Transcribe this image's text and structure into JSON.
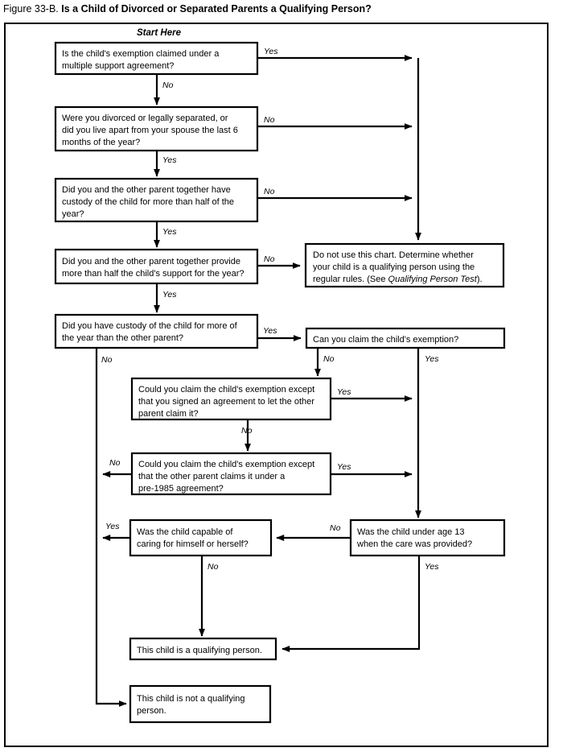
{
  "figure": {
    "number": "Figure 33-B.",
    "heading": "Is a Child of Divorced or Separated Parents a Qualifying Person?",
    "start_label": "Start Here"
  },
  "nodes": {
    "q1": {
      "id": "multiple-support-agreement",
      "lines": [
        "Is the child's exemption claimed under a",
        "multiple support agreement?"
      ]
    },
    "q2": {
      "id": "divorced-or-separated",
      "lines": [
        "Were you divorced or legally separated, or",
        "did you live apart from your spouse the last 6",
        "months of the year?"
      ]
    },
    "q3": {
      "id": "joint-custody-half-year",
      "lines": [
        "Did you and the other parent together have",
        "custody of the child for more than half of the",
        "year?"
      ]
    },
    "q4": {
      "id": "parents-provided-half-support",
      "lines": [
        "Did you and the other parent together provide",
        "more than half the child's support for the year?"
      ]
    },
    "q5": {
      "id": "custodial-parent-more-of-year",
      "lines": [
        "Did you have custody of the child for more of",
        "the year than the other parent?"
      ]
    },
    "q6": {
      "id": "can-claim-exemption",
      "lines": [
        "Can you claim the child's exemption?"
      ]
    },
    "q7": {
      "id": "exemption-except-signed-agreement",
      "lines": [
        "Could you claim the child's exemption except",
        "that you signed an agreement to let the other",
        "parent claim it?"
      ]
    },
    "q8": {
      "id": "exemption-except-pre1985-agreement",
      "lines": [
        "Could you claim the child's exemption except",
        "that the other parent claims it under a",
        "pre-1985 agreement?"
      ]
    },
    "q9": {
      "id": "child-under-age-13",
      "lines": [
        "Was the child under age 13",
        "when the care was provided?"
      ]
    },
    "q10": {
      "id": "child-capable-of-self-care",
      "lines": [
        "Was the child capable of",
        "caring for himself or herself?"
      ]
    },
    "r1": {
      "id": "do-not-use-this-chart",
      "lines": [
        [
          {
            "t": "Do not use this chart. Determine whether",
            "i": false
          }
        ],
        [
          {
            "t": "your child is a qualifying person using the",
            "i": false
          }
        ],
        [
          {
            "t": "regular rules. (See ",
            "i": false
          },
          {
            "t": "Qualifying Person Test",
            "i": true
          },
          {
            "t": ").",
            "i": false
          }
        ]
      ]
    },
    "r2": {
      "id": "is-qualifying-person",
      "lines": [
        "This child is a qualifying person."
      ]
    },
    "r3": {
      "id": "not-qualifying-person",
      "lines": [
        "This child is not a qualifying",
        "person."
      ]
    }
  },
  "edge_labels": {
    "q1_yes": "Yes",
    "q1_no": "No",
    "q2_no": "No",
    "q2_yes": "Yes",
    "q3_no": "No",
    "q3_yes": "Yes",
    "q4_no": "No",
    "q4_yes": "Yes",
    "q5_yes": "Yes",
    "q5_no": "No",
    "q6_no": "No",
    "q6_yes": "Yes",
    "q7_yes": "Yes",
    "q7_no": "No",
    "q8_no": "No",
    "q8_yes": "Yes",
    "q9_no": "No",
    "q9_yes": "Yes",
    "q10_yes": "Yes",
    "q10_no": "No"
  },
  "colors": {
    "ink": "#000000",
    "paper": "#ffffff"
  }
}
